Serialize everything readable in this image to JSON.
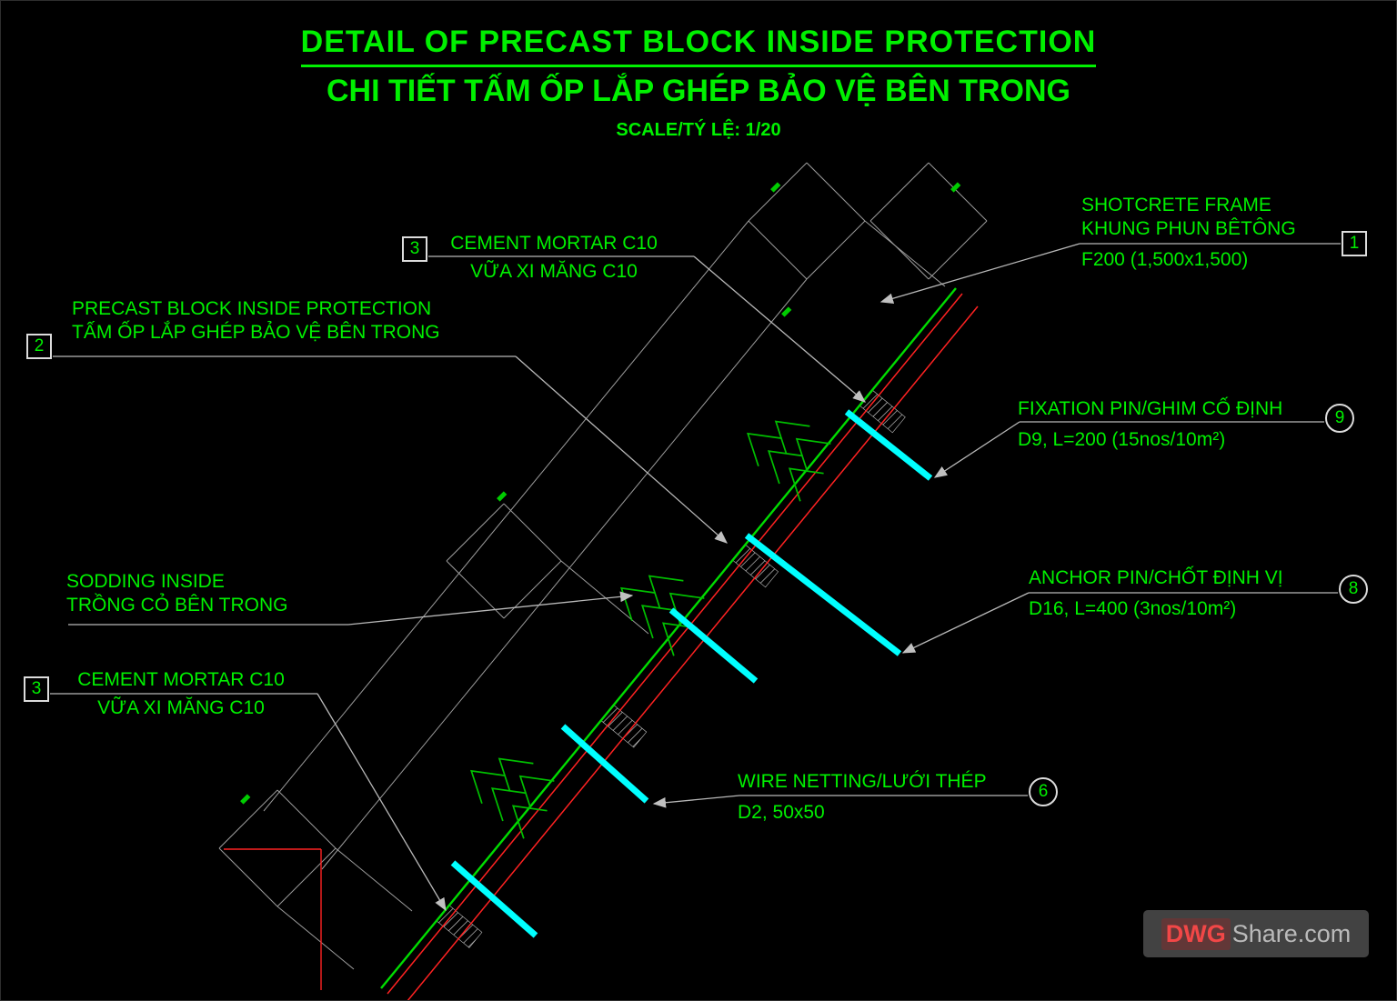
{
  "page": {
    "title_line1": "DETAIL OF PRECAST BLOCK INSIDE PROTECTION",
    "title_line2": "CHI TIẾT TẤM ỐP LẮP GHÉP BẢO VỆ BÊN TRONG",
    "scale_label": "SCALE/TÝ LỆ: 1/20"
  },
  "annotations": [
    {
      "id": "shotcrete-frame",
      "marker": "1",
      "marker_shape": "square",
      "line1": "SHOTCRETE FRAME",
      "line2": "KHUNG PHUN BÊTÔNG",
      "note": "F200 (1,500x1,500)"
    },
    {
      "id": "precast-block",
      "marker": "2",
      "marker_shape": "square",
      "line1": "PRECAST BLOCK INSIDE PROTECTION",
      "line2": "TẤM ỐP LẮP GHÉP BẢO VỆ BÊN TRONG",
      "note": ""
    },
    {
      "id": "cement-mortar-top",
      "marker": "3",
      "marker_shape": "square",
      "line1": "CEMENT MORTAR C10",
      "line2": "VỮA XI MĂNG C10",
      "note": ""
    },
    {
      "id": "fixation-pin",
      "marker": "9",
      "marker_shape": "circle",
      "line1": "FIXATION PIN/GHIM CỐ ĐỊNH",
      "line2": "",
      "note": "D9, L=200 (15nos/10m²)"
    },
    {
      "id": "anchor-pin",
      "marker": "8",
      "marker_shape": "circle",
      "line1": "ANCHOR PIN/CHỐT ĐỊNH VỊ",
      "line2": "",
      "note": "D16, L=400 (3nos/10m²)"
    },
    {
      "id": "sodding",
      "marker": "",
      "marker_shape": "none",
      "line1": "SODDING INSIDE",
      "line2": "TRỒNG CỎ BÊN TRONG",
      "note": ""
    },
    {
      "id": "cement-mortar-left",
      "marker": "3",
      "marker_shape": "square",
      "line1": "CEMENT MORTAR C10",
      "line2": "VỮA XI MĂNG C10",
      "note": ""
    },
    {
      "id": "wire-netting",
      "marker": "6",
      "marker_shape": "circle",
      "line1": "WIRE NETTING/LƯỚI THÉP",
      "line2": "",
      "note": "D2, 50x50"
    }
  ],
  "legend_colors": {
    "annotation_text": "#00f000",
    "structure_line_red": "#ff2222",
    "surface_line_green": "#00dd00",
    "pin_cyan": "#00ffff",
    "frame_grid_gray": "#9c9c9c",
    "background": "#000000"
  },
  "watermark": {
    "brand_prefix": "DWG",
    "brand_suffix": "Share.com"
  }
}
